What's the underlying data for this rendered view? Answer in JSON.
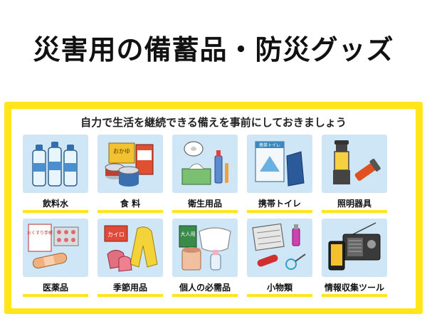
{
  "title": "災害用の備蓄品・防災グッズ",
  "panel": {
    "subtitle": "自力で生活を継続できる備えを事前にしておきましょう",
    "border_color": "#ffe51a",
    "tile_color": "#cfe6f7",
    "items": [
      {
        "label": "飲料水",
        "icon": "water-bottles-icon"
      },
      {
        "label": "食 料",
        "icon": "food-cans-icon",
        "box_text": "おかゆ"
      },
      {
        "label": "衛生用品",
        "icon": "hygiene-icon"
      },
      {
        "label": "携帯トイレ",
        "icon": "portable-toilet-icon",
        "box_text": "携帯トイレ"
      },
      {
        "label": "照明器具",
        "icon": "lantern-flashlight-icon"
      },
      {
        "label": "医薬品",
        "icon": "medicine-icon",
        "box_text": "おくすり手帳"
      },
      {
        "label": "季節用品",
        "icon": "seasonal-goods-icon",
        "box_text": "カイロ"
      },
      {
        "label": "個人の必需品",
        "icon": "personal-items-icon",
        "box_text": "大人用"
      },
      {
        "label": "小物類",
        "icon": "small-items-icon"
      },
      {
        "label": "情報収集ツール",
        "icon": "radio-phone-icon"
      }
    ]
  }
}
